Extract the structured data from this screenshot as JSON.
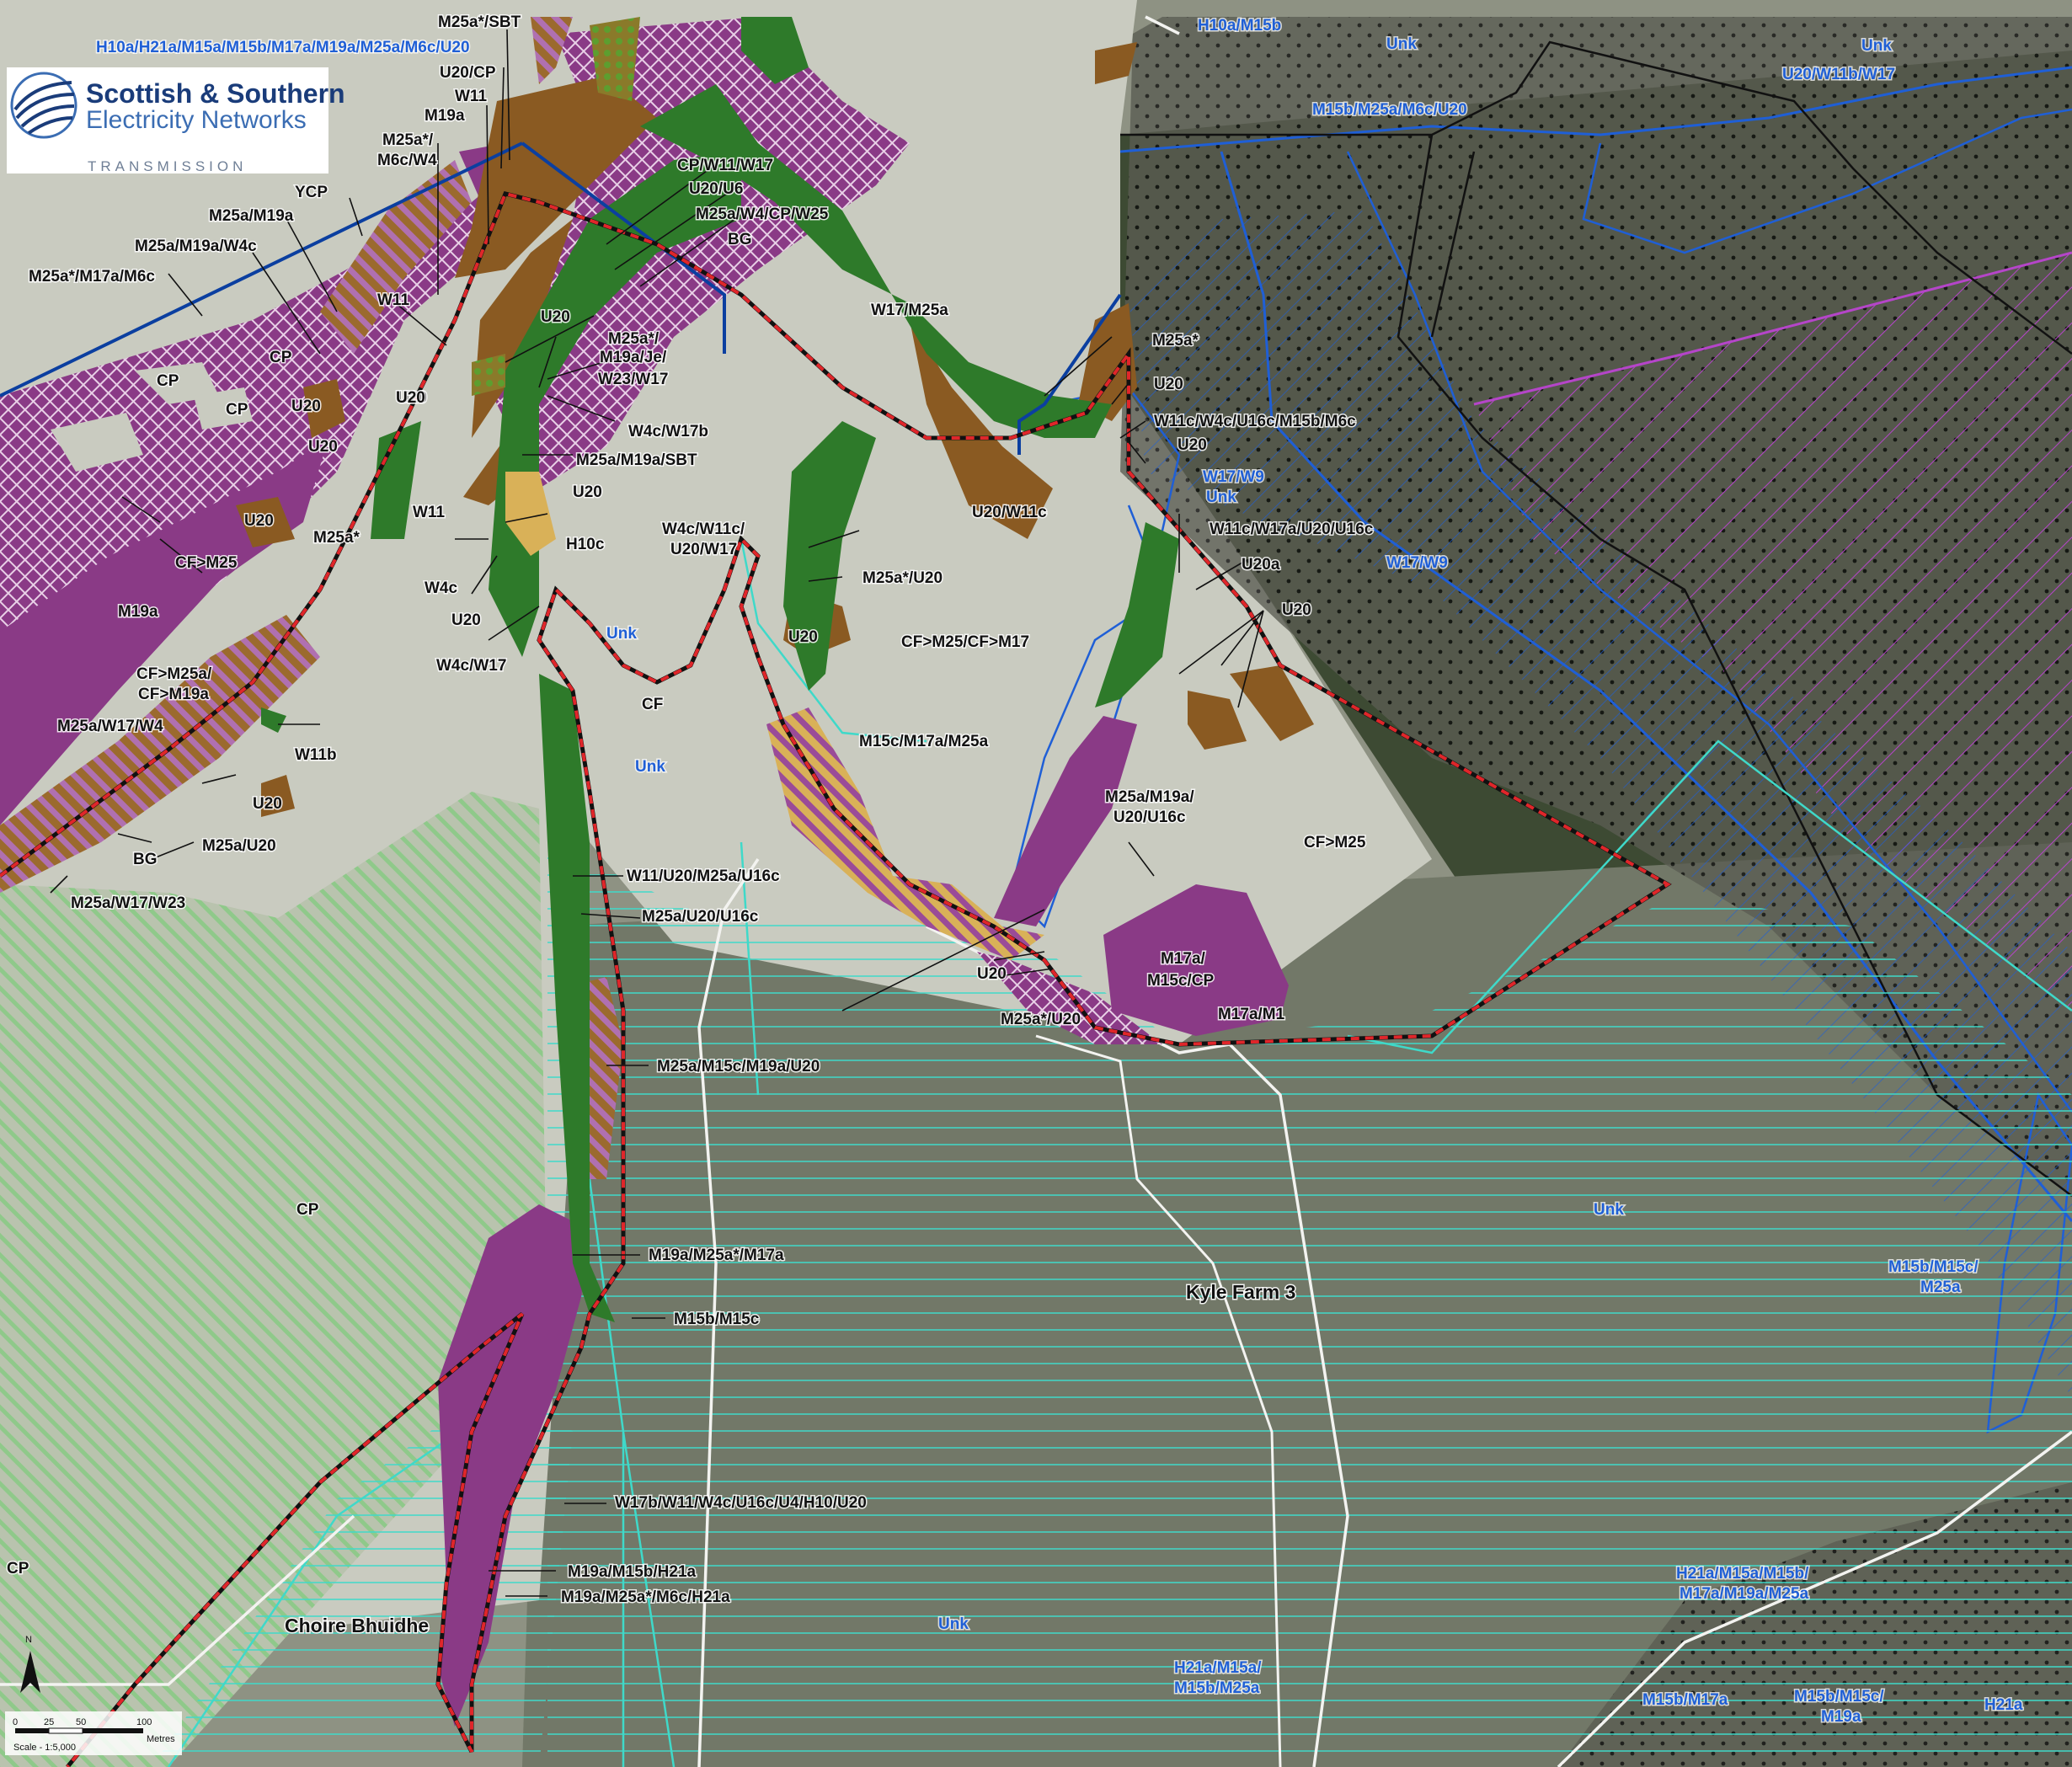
{
  "logo": {
    "line1": "Scottish & Southern",
    "line2": "Electricity Networks",
    "line3": "TRANSMISSION"
  },
  "places": {
    "kyle_farm": "Kyle Farm 3",
    "choire": "Choire Bhuidhe"
  },
  "labels_black": [
    "M25a*/SBT",
    "U20/CP",
    "W11",
    "M19a",
    "M25a*/",
    "M6c/W4",
    "YCP",
    "M25a/M19a",
    "M25a/M19a/W4c",
    "M25a*/M17a/M6c",
    "W11",
    "CP",
    "CP",
    "CP",
    "U20",
    "U20",
    "CP/W11/W17",
    "U20/U6",
    "M25a/W4/CP/W25",
    "BG",
    "U20",
    "M25a*/",
    "M19a/Je/",
    "W23/W17",
    "W4c/W17b",
    "M25a/M19a/SBT",
    "U20",
    "U20",
    "U20",
    "W11",
    "M25a*",
    "CF>M25",
    "M19a",
    "U20",
    "W4c",
    "H10c",
    "U20",
    "W4c/W17",
    "CF>M25a/",
    "CF>M19a",
    "M25a/W17/W4",
    "W11b",
    "U20",
    "M25a/U20",
    "BG",
    "M25a/W17/W23",
    "W17/M25a",
    "M25a*",
    "U20",
    "W11c/W4c/U16c/M15b/M6c",
    "U20",
    "U20/W11c",
    "W4c/W11c/",
    "U20/W17",
    "M25a*/U20",
    "U20",
    "CF>M25/CF>M17",
    "CF",
    "W11c/W17a/U20/U16c",
    "U20a",
    "U20",
    "M15c/M17a/M25a",
    "M25a/M19a/",
    "U20/U16c",
    "CF>M25",
    "W11/U20/M25a/U16c",
    "M25a/U20/U16c",
    "U20",
    "M17a/",
    "M15c/CP",
    "M17a/M1",
    "M25a*/U20",
    "M25a/M15c/M19a/U20",
    "CP",
    "M19a/M25a*/M17a",
    "M15b/M15c",
    "W17b/W11/W4c/U16c/U4/H10/U20",
    "CP",
    "M19a/M15b/H21a",
    "M19a/M25a*/M6c/H21a"
  ],
  "labels_blue": [
    "H10a/H21a/M15a/M15b/M17a/M19a/M25a/M6c/U20",
    "H10a/M15b",
    "Unk",
    "Unk",
    "U20/W11b/W17",
    "M15b/M25a/M6c/U20",
    "W17/W9",
    "Unk",
    "W17/W9",
    "Unk",
    "Unk",
    "Unk",
    "M15b/M15c/",
    "M25a",
    "H21a/M15a/M15b/",
    "M17a/M19a/M25a",
    "Unk",
    "H21a/M15a/",
    "M15b/M25a",
    "M15b/M17a",
    "M15b/M15c/",
    "M19a",
    "H21a"
  ],
  "north": "N",
  "scale": {
    "ticks": [
      "0",
      "25",
      "50",
      "100"
    ],
    "unit": "Metres",
    "ratio": "Scale - 1:5,000"
  },
  "colors": {
    "grassland": "#c9cbc0",
    "purple_fill": "#8a3a86",
    "brown_fill": "#8a5a22",
    "green_fill": "#2e7a2a",
    "survey_boundary": "#e0262a",
    "cyan_hatch": "#3fd9c9",
    "blue_outline": "#1f5fd6",
    "dark_blue_line": "#0b3fa0"
  }
}
